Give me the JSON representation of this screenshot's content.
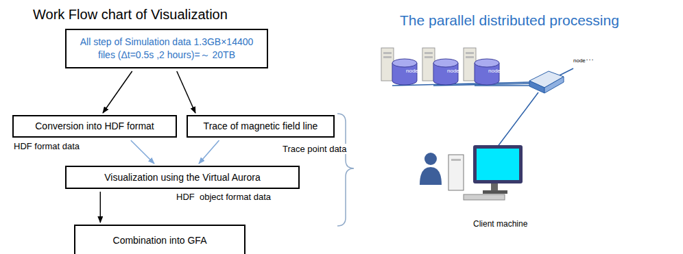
{
  "diagram": {
    "title": "Work Flow chart of Visualization",
    "nodes": [
      {
        "text": [
          "All step of Simulation data 1.3GB×14400 files (Δt=0.5s ,2 hours)=～ 20TB"
        ]
      },
      {
        "text": [
          "Conversion into HDF format"
        ]
      },
      {
        "text": [
          "Trace of magnetic field line"
        ]
      },
      {
        "text": [
          "Visualization using the Virtual Aurora"
        ]
      },
      {
        "text": [
          "Combination into GFA"
        ]
      }
    ],
    "edges": [
      {
        "from": 0,
        "to": 1,
        "arrow": "to"
      },
      {
        "from": 0,
        "to": 2,
        "arrow": "to"
      },
      {
        "from": 1,
        "to": 3,
        "label": "HDF format data",
        "arrow": "to"
      },
      {
        "from": 2,
        "to": 3,
        "label": "Trace point data",
        "arrow": "to"
      },
      {
        "from": 3,
        "to": 4,
        "label": "HDF  object format data",
        "arrow": "to"
      }
    ],
    "labels": [
      "The parallel distributed processing",
      "node1",
      "node2",
      "node3",
      "node･･･",
      "Client machine"
    ]
  }
}
